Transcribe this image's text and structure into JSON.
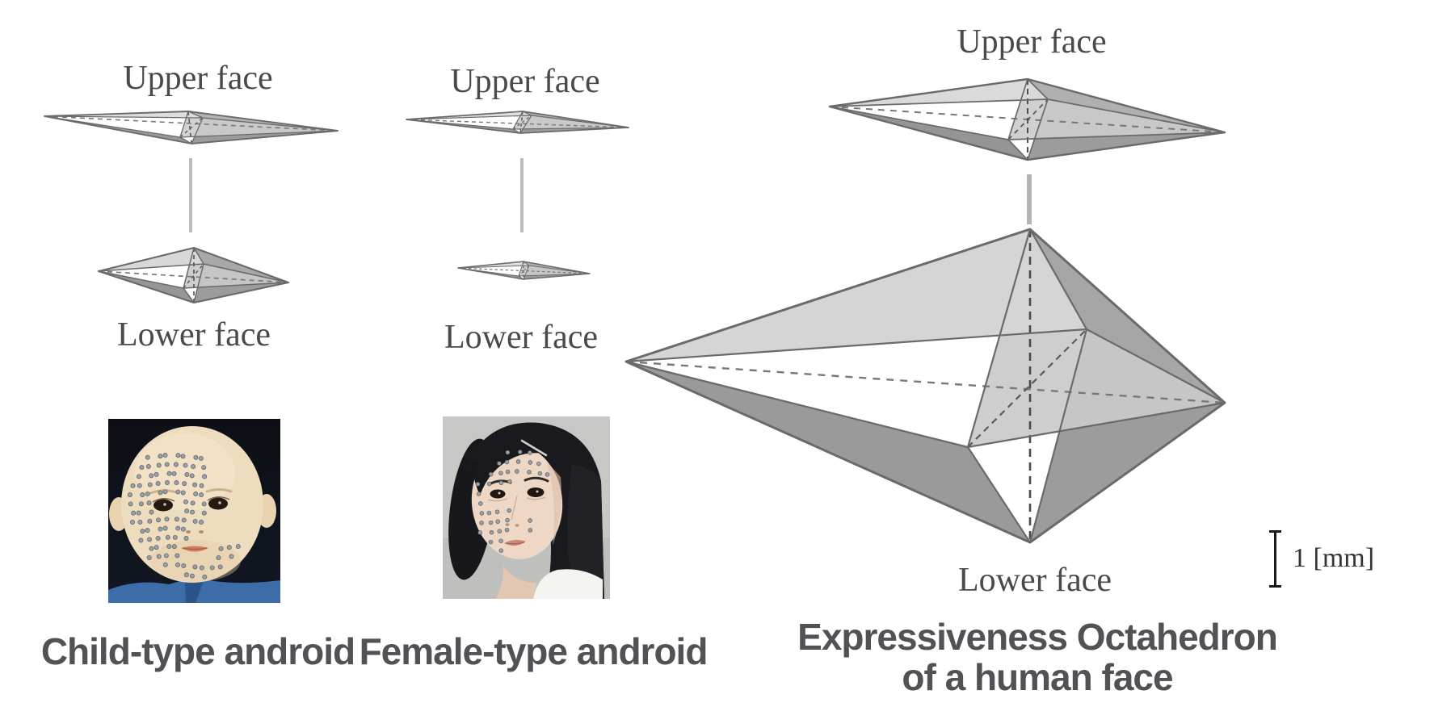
{
  "figure": {
    "columns": [
      {
        "id": "child",
        "upper_label": "Upper face",
        "lower_label": "Lower face",
        "caption": "Child-type android"
      },
      {
        "id": "female",
        "upper_label": "Upper face",
        "lower_label": "Lower face",
        "caption": "Female-type android"
      },
      {
        "id": "human",
        "upper_label": "Upper face",
        "lower_label": "Lower face",
        "caption_line1": "Expressiveness Octahedron",
        "caption_line2": "of a human face"
      }
    ],
    "scale_bar": {
      "label": "1 [mm]"
    },
    "colors": {
      "label_text": "#4a4a4a",
      "caption_text": "#525256",
      "octa_face_light": "#d5d5d5",
      "octa_face_white": "#ffffff",
      "octa_face_medium": "#a6a6a6",
      "octa_face_dark": "#9a9a9a",
      "octa_edge": "#6a6a6a",
      "connector_line": "#bdbdbd",
      "scale_bar": "#1a1a1a"
    }
  }
}
